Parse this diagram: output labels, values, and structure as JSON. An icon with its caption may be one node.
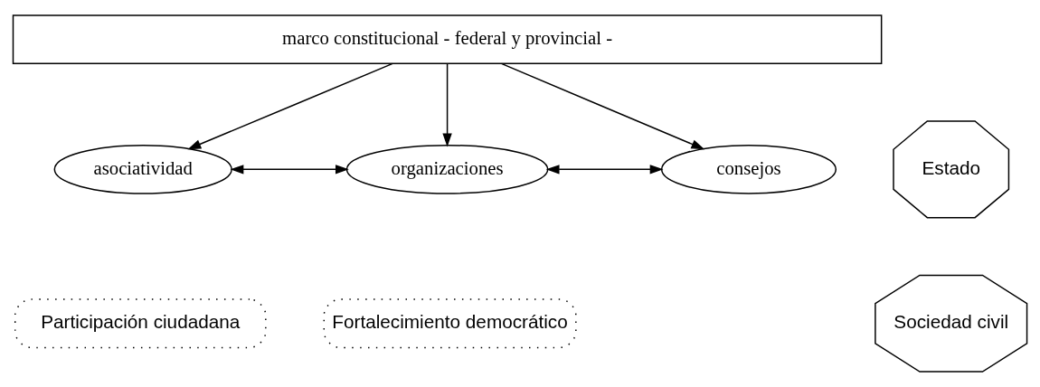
{
  "diagram": {
    "nodes": [
      {
        "text": [
          "marco constitucional - federal y provincial -"
        ]
      },
      {
        "text": [
          "asociatividad"
        ]
      },
      {
        "text": [
          "organizaciones"
        ]
      },
      {
        "text": [
          "consejos"
        ]
      },
      {
        "text": [
          "Estado"
        ]
      },
      {
        "text": [
          "Sociedad civil"
        ]
      },
      {
        "text": [
          "Participación ciudadana"
        ]
      },
      {
        "text": [
          "Fortalecimiento democrático"
        ]
      }
    ],
    "edges": [
      {
        "from": 0,
        "to": 1,
        "arrow": "to"
      },
      {
        "from": 0,
        "to": 2,
        "arrow": "to"
      },
      {
        "from": 0,
        "to": 3,
        "arrow": "to"
      },
      {
        "from": 1,
        "to": 2,
        "arrow": "both"
      },
      {
        "from": 2,
        "to": 3,
        "arrow": "both"
      }
    ]
  }
}
